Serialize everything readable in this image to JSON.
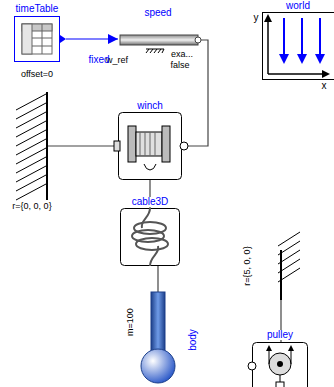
{
  "diagram": {
    "nodes": [
      {
        "text": [
          "timeTable",
          "offset=0"
        ]
      },
      {
        "text": [
          "speed",
          "w_ref",
          "exa...",
          "false"
        ]
      },
      {
        "text": [
          "world",
          "y",
          "x"
        ]
      },
      {
        "text": [
          "fixed",
          "r={0, 0, 0}"
        ]
      },
      {
        "text": [
          "winch"
        ]
      },
      {
        "text": [
          "cable3D"
        ]
      },
      {
        "text": [
          "body",
          "m=100"
        ]
      },
      {
        "text": [
          "r={5, 0, 0}"
        ]
      },
      {
        "text": [
          "pulley"
        ]
      }
    ],
    "edges": [
      {
        "from": 0,
        "to": 1,
        "arrow": "to"
      },
      {
        "from": 1,
        "to": 4,
        "arrow": "none"
      },
      {
        "from": 3,
        "to": 4,
        "arrow": "none"
      },
      {
        "from": 4,
        "to": 5,
        "arrow": "none"
      },
      {
        "from": 5,
        "to": 6,
        "arrow": "none"
      },
      {
        "from": 7,
        "to": 8,
        "arrow": "none"
      }
    ]
  }
}
